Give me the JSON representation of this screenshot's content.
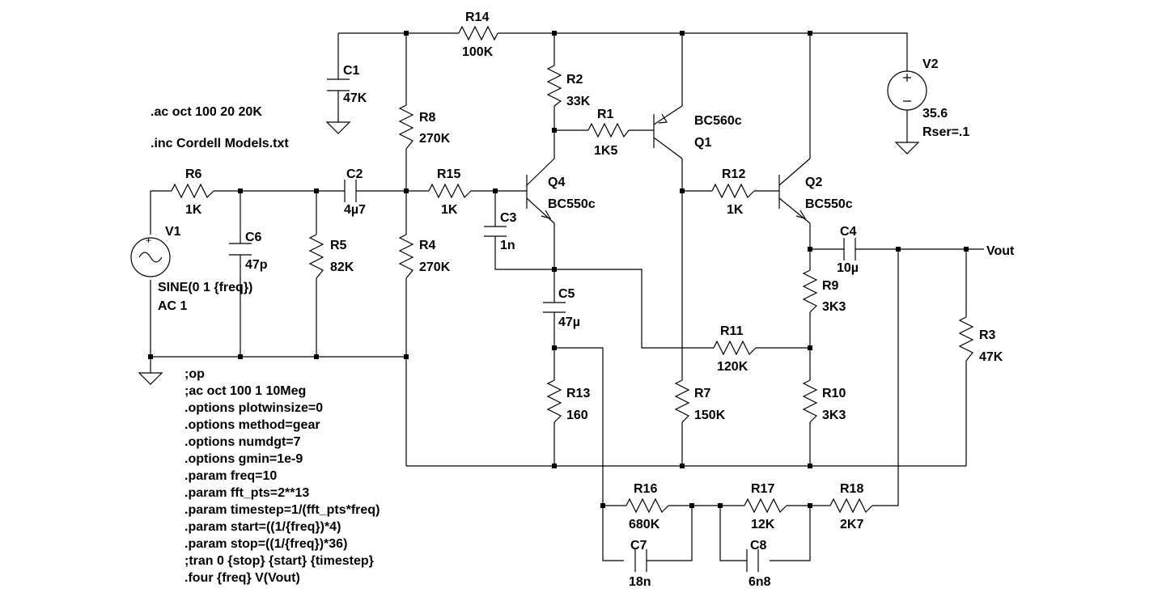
{
  "components": {
    "R14": {
      "ref": "R14",
      "value": "100K"
    },
    "R2": {
      "ref": "R2",
      "value": "33K"
    },
    "R1": {
      "ref": "R1",
      "value": "1K5"
    },
    "R8": {
      "ref": "R8",
      "value": "270K"
    },
    "R6": {
      "ref": "R6",
      "value": "1K"
    },
    "R15": {
      "ref": "R15",
      "value": "1K"
    },
    "R12": {
      "ref": "R12",
      "value": "1K"
    },
    "R5": {
      "ref": "R5",
      "value": "82K"
    },
    "R4": {
      "ref": "R4",
      "value": "270K"
    },
    "R9": {
      "ref": "R9",
      "value": "3K3"
    },
    "R3": {
      "ref": "R3",
      "value": "47K"
    },
    "R11": {
      "ref": "R11",
      "value": "120K"
    },
    "R13": {
      "ref": "R13",
      "value": "160"
    },
    "R7": {
      "ref": "R7",
      "value": "150K"
    },
    "R10": {
      "ref": "R10",
      "value": "3K3"
    },
    "R16": {
      "ref": "R16",
      "value": "680K"
    },
    "R17": {
      "ref": "R17",
      "value": "12K"
    },
    "R18": {
      "ref": "R18",
      "value": "2K7"
    },
    "C1": {
      "ref": "C1",
      "value": "47K"
    },
    "C2": {
      "ref": "C2",
      "value": "4µ7"
    },
    "C3": {
      "ref": "C3",
      "value": "1n"
    },
    "C4": {
      "ref": "C4",
      "value": "10µ"
    },
    "C5": {
      "ref": "C5",
      "value": "47µ"
    },
    "C6": {
      "ref": "C6",
      "value": "47p"
    },
    "C7": {
      "ref": "C7",
      "value": "18n"
    },
    "C8": {
      "ref": "C8",
      "value": "6n8"
    },
    "Q1": {
      "ref": "Q1",
      "model": "BC560c"
    },
    "Q2": {
      "ref": "Q2",
      "model": "BC550c"
    },
    "Q4": {
      "ref": "Q4",
      "model": "BC550c"
    },
    "V1": {
      "ref": "V1",
      "value1": "SINE(0 1 {freq})",
      "value2": "AC 1"
    },
    "V2": {
      "ref": "V2",
      "value1": "35.6",
      "value2": "Rser=.1"
    }
  },
  "net_labels": {
    "vout": "Vout"
  },
  "directives_top": [
    ".ac oct 100 20 20K",
    ".inc Cordell Models.txt"
  ],
  "directives_bottom": [
    ";op",
    ";ac oct 100 1 10Meg",
    ".options plotwinsize=0",
    ".options method=gear",
    ".options numdgt=7",
    ".options gmin=1e-9",
    ".param freq=10",
    ".param fft_pts=2**13",
    ".param timestep=1/(fft_pts*freq)",
    ".param start=((1/{freq})*4)",
    ".param stop=((1/{freq})*36)",
    ";tran 0 {stop} {start} {timestep}",
    ".four {freq} V(Vout)"
  ]
}
